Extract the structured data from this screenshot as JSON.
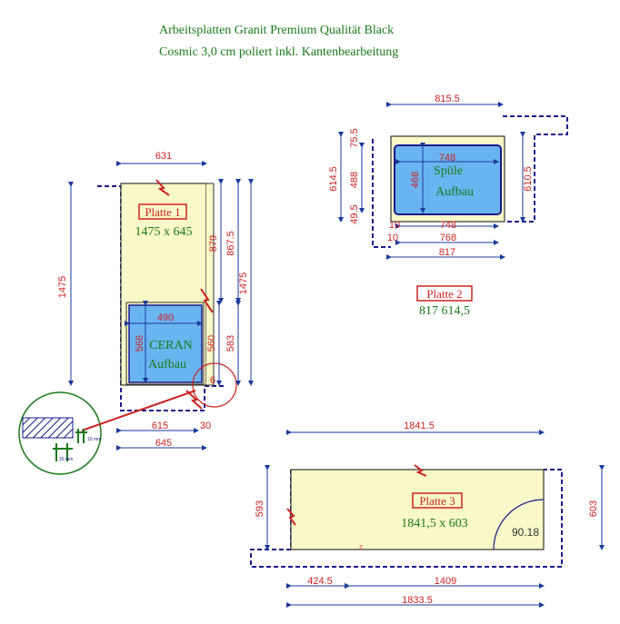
{
  "header": {
    "line1": "Arbeitsplatten Granit Premium Qualität Black",
    "line2": "Cosmic 3,0 cm poliert inkl. Kantenbearbeitung"
  },
  "platte1": {
    "tag": "Platte 1",
    "size": "1475 x 645",
    "cutout_line1": "CERAN",
    "cutout_line2": "Aufbau",
    "dims": {
      "top": "631",
      "left": "1475",
      "right_879": "879",
      "right_8675": "867.5",
      "right_1475": "1475",
      "cut_w": "490",
      "cut_h": "566",
      "r560": "560",
      "r583": "583",
      "b615": "615",
      "b645": "645",
      "b30": "30",
      "r6": "6"
    }
  },
  "platte2": {
    "tag": "Platte 2",
    "size": "817 614,5",
    "cutout_line1": "Spüle",
    "cutout_line2": "Aufbau",
    "dims": {
      "top": "815.5",
      "inner_w": "748",
      "inner_h": "468",
      "left_6145": "614.5",
      "l488": "488",
      "l755": "75.5",
      "l495": "49.5",
      "r6105": "610.5",
      "b748": "748",
      "b768": "768",
      "b817": "817",
      "b10": "10",
      "b10b": "10"
    }
  },
  "platte3": {
    "tag": "Platte 3",
    "size": "1841,5 x 603",
    "angle": "90.18",
    "dims": {
      "top": "1841.5",
      "left": "593",
      "right": "603",
      "b4245": "424.5",
      "b1409": "1409",
      "b18335": "1833.5",
      "notch": "2"
    }
  },
  "detail": {
    "label_a": "10 mm",
    "label_b": "20 mm"
  },
  "colors": {
    "slab": "#f8f8c8",
    "sink": "#6ab4f0",
    "dimension": "#cc2222",
    "outline": "#1a1a8c",
    "label": "#1a7a1a"
  }
}
